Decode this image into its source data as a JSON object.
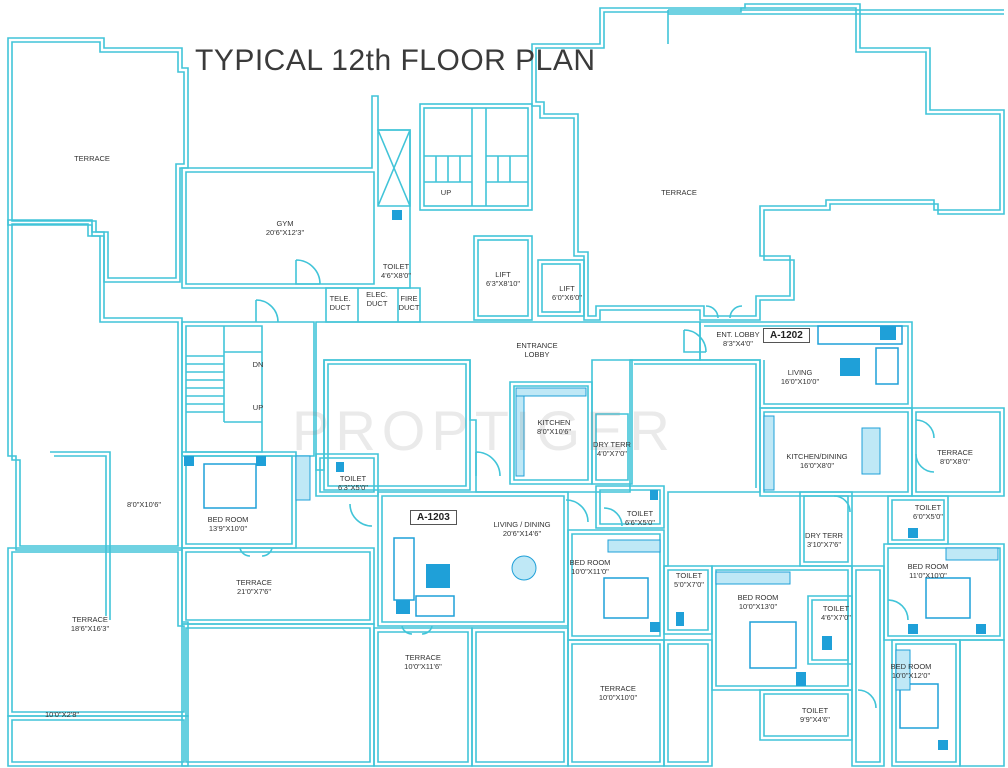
{
  "title": "TYPICAL 12th FLOOR PLAN",
  "watermark": "PROPTIGER",
  "colors": {
    "wall": "#41c4d8",
    "fixture": "#1fa0d8",
    "fixture_light": "#bfe8f6",
    "text": "#333333"
  },
  "units": {
    "a1202": "A-1202",
    "a1203": "A-1203"
  },
  "rooms": {
    "terrace_top_left": {
      "name": "TERRACE",
      "dim": ""
    },
    "gym": {
      "name": "GYM",
      "dim": "20'6\"X12'3\""
    },
    "toilet_gym": {
      "name": "TOILET",
      "dim": "4'6\"X8'0\""
    },
    "tele_duct": {
      "name": "TELE.",
      "dim": "DUCT"
    },
    "elec_duct": {
      "name": "ELEC.",
      "dim": "DUCT"
    },
    "fire_duct": {
      "name": "FIRE",
      "dim": "DUCT"
    },
    "stair_up_top": {
      "name": "UP",
      "dim": ""
    },
    "lift_1": {
      "name": "LIFT",
      "dim": "6'3\"X8'10\""
    },
    "lift_2": {
      "name": "LIFT",
      "dim": "6'0\"X6'0\""
    },
    "terrace_top_right": {
      "name": "TERRACE",
      "dim": ""
    },
    "entrance_lobby": {
      "name": "ENTRANCE",
      "dim": "LOBBY"
    },
    "ent_lobby": {
      "name": "ENT. LOBBY",
      "dim": "8'3\"X4'0\""
    },
    "living_1202": {
      "name": "LIVING",
      "dim": "16'0\"X10'0\""
    },
    "kitchen_dining_1202": {
      "name": "KITCHEN/DINING",
      "dim": "16'0\"X8'0\""
    },
    "terrace_1202": {
      "name": "TERRACE",
      "dim": "8'0\"X8'0\""
    },
    "toilet_1202_a": {
      "name": "TOILET",
      "dim": "6'0\"X5'0\""
    },
    "dry_terr_1202": {
      "name": "DRY TERR",
      "dim": "3'10\"X7'6\""
    },
    "bed_1202_a": {
      "name": "BED ROOM",
      "dim": "11'0\"X10'0\""
    },
    "toilet_1202_b": {
      "name": "TOILET",
      "dim": "4'6\"X7'0\""
    },
    "bed_1202_b": {
      "name": "BED ROOM",
      "dim": "10'0\"X13'0\""
    },
    "bed_1202_c": {
      "name": "BED ROOM",
      "dim": "10'0\"X12'0\""
    },
    "toilet_1202_c": {
      "name": "TOILET",
      "dim": "9'9\"X4'6\""
    },
    "stair_dn": {
      "name": "DN",
      "dim": ""
    },
    "stair_up": {
      "name": "UP",
      "dim": ""
    },
    "kitchen_1203": {
      "name": "KITCHEN",
      "dim": "8'0\"X10'6\""
    },
    "dry_terr_1203": {
      "name": "DRY TERR",
      "dim": "4'0\"X7'0\""
    },
    "toilet_1203_a": {
      "name": "TOILET",
      "dim": "6'3\"X5'0\""
    },
    "bed_1203_a": {
      "name": "BED ROOM",
      "dim": "13'9\"X10'0\""
    },
    "toilet_1203_b": {
      "name": "TOILET",
      "dim": "6'6\"X5'0\""
    },
    "living_dining_1203": {
      "name": "LIVING / DINING",
      "dim": "20'6\"X14'6\""
    },
    "bed_1203_b": {
      "name": "BED ROOM",
      "dim": "10'0\"X11'0\""
    },
    "toilet_1203_c": {
      "name": "TOILET",
      "dim": "5'0\"X7'0\""
    },
    "terrace_1203_a": {
      "name": "TERRACE",
      "dim": "21'0\"X7'6\""
    },
    "terrace_1203_b": {
      "name": "TERRACE",
      "dim": "10'0\"X11'6\""
    },
    "terrace_1203_c": {
      "name": "TERRACE",
      "dim": "10'0\"X10'0\""
    },
    "left_room": {
      "name": "",
      "dim": "8'0\"X10'6\""
    },
    "terrace_left": {
      "name": "TERRACE",
      "dim": "18'6\"X16'3\""
    },
    "left_bottom": {
      "name": "",
      "dim": "10'0\"X2'8\""
    }
  }
}
